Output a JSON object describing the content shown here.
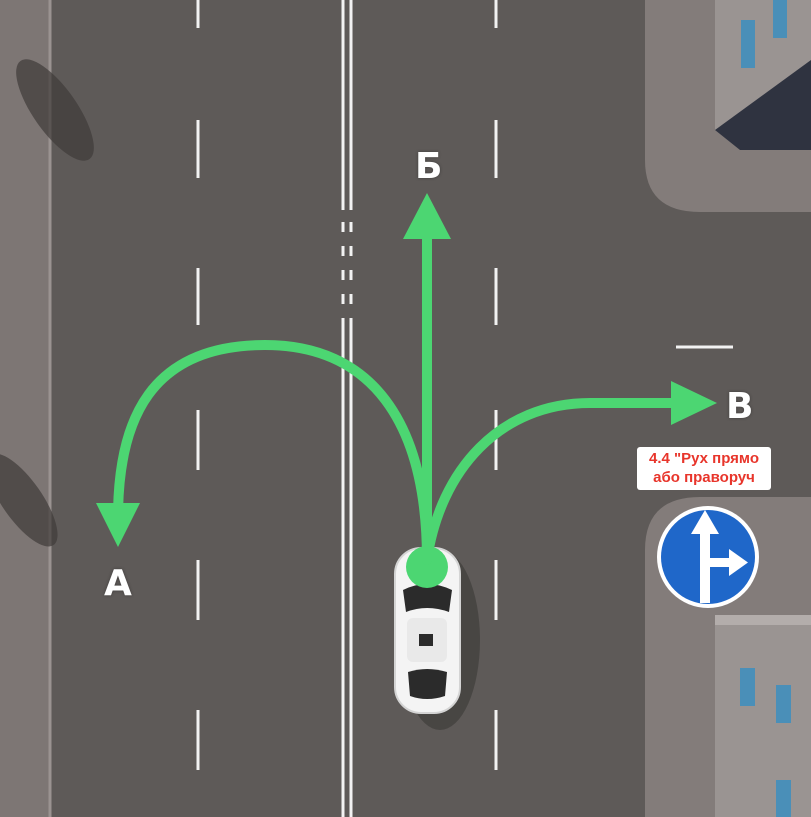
{
  "scene": {
    "colors": {
      "road": "#5e5a58",
      "sidewalk": "#807977",
      "lane_marking": "#f2f2f2",
      "route_arrow": "#4cd672",
      "sign_blue": "#1f67c9",
      "caption_text": "#e8352b",
      "building_wall": "#8d8886",
      "window": "#4a8fb8"
    },
    "routes": [
      {
        "label": "А",
        "direction": "left-turn-u"
      },
      {
        "label": "Б",
        "direction": "straight"
      },
      {
        "label": "В",
        "direction": "right"
      }
    ],
    "sign": {
      "code": "4.4",
      "icon": "straight-or-right-arrow-icon",
      "caption_line1": "4.4 \"Рух прямо",
      "caption_line2": "або праворуч"
    },
    "vehicle": {
      "icon": "car-top-view",
      "roof_marker_color": "#4cd672"
    }
  }
}
